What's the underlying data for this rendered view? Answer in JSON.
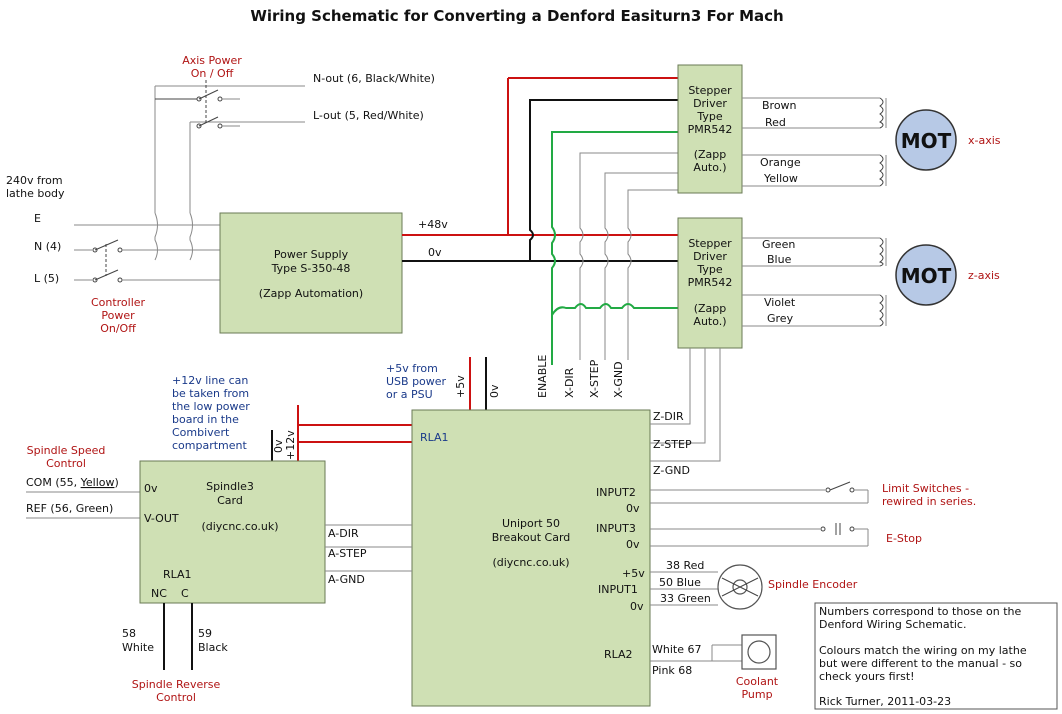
{
  "title": "Wiring Schematic for Converting a Denford Easiturn3 For Mach",
  "axis_power": [
    "Axis Power",
    "On / Off"
  ],
  "n_out": "N-out (6, Black/White)",
  "l_out": "L-out (5, Red/White)",
  "source": [
    "240v from",
    "lathe body"
  ],
  "mains": {
    "e": "E",
    "n": "N (4)",
    "l": "L (5)"
  },
  "controller_power": [
    "Controller",
    "Power",
    "On/Off"
  ],
  "psu": [
    "Power Supply",
    "Type S-350-48",
    "(Zapp Automation)"
  ],
  "rail_48v": "+48v",
  "rail_0v": "0v",
  "driver": [
    "Stepper",
    "Driver",
    "Type",
    "PMR542",
    "(Zapp",
    "Auto.)"
  ],
  "x_motor_wires": [
    "Brown",
    "Red",
    "Orange",
    "Yellow"
  ],
  "z_motor_wires": [
    "Green",
    "Blue",
    "Violet",
    "Grey"
  ],
  "mot": "MOT",
  "x_axis": "x-axis",
  "z_axis": "z-axis",
  "vertical_signals": [
    "ENABLE",
    "X-DIR",
    "X-STEP",
    "X-GND"
  ],
  "usb_note": [
    "+5v from",
    "USB power",
    "or a PSU"
  ],
  "v5": "+5v",
  "v0": "0v",
  "v12": "+12v",
  "note_12v": [
    "+12v line can",
    "be taken from",
    "the low power",
    "board in the",
    "Combivert",
    "compartment"
  ],
  "rla1": "RLA1",
  "uniport": [
    "Uniport 50",
    "Breakout Card",
    "(diycnc.co.uk)"
  ],
  "z_signals": [
    "Z-DIR",
    "Z-STEP",
    "Z-GND"
  ],
  "inputs": {
    "input2": "INPUT2",
    "input3": "INPUT3",
    "input1": "INPUT1",
    "v5": "+5v",
    "v0": "0v",
    "rla2": "RLA2"
  },
  "limit": [
    "Limit Switches -",
    "rewired in series."
  ],
  "estop": "E-Stop",
  "encoder_wires": [
    "38 Red",
    "50 Blue",
    "33 Green"
  ],
  "encoder": "Spindle Encoder",
  "coolant_wires": [
    "White 67",
    "Pink 68"
  ],
  "coolant": [
    "Coolant",
    "Pump"
  ],
  "spindle_speed": [
    "Spindle Speed",
    "Control"
  ],
  "com": "COM (55, ",
  "com_yellow": "Yellow",
  "com_end": ")",
  "ref": "REF (56, Green)",
  "spindle_card": [
    "Spindle3",
    "Card",
    "(diycnc.co.uk)"
  ],
  "spindle_pins": {
    "v0": "0v",
    "vout": "V-OUT",
    "rla1": "RLA1",
    "nc": "NC",
    "c": "C"
  },
  "a_signals": [
    "A-DIR",
    "A-STEP",
    "A-GND"
  ],
  "reverse_wires": {
    "w58": [
      "58",
      "White"
    ],
    "w59": [
      "59",
      "Black"
    ]
  },
  "reverse": [
    "Spindle Reverse",
    "Control"
  ],
  "note": [
    "Numbers correspond to those on the",
    "Denford Wiring Schematic.",
    "",
    "Colours match the wiring on my lathe",
    "but were different to the manual - so",
    "check yours first!",
    "",
    "Rick Turner, 2011-03-23"
  ]
}
